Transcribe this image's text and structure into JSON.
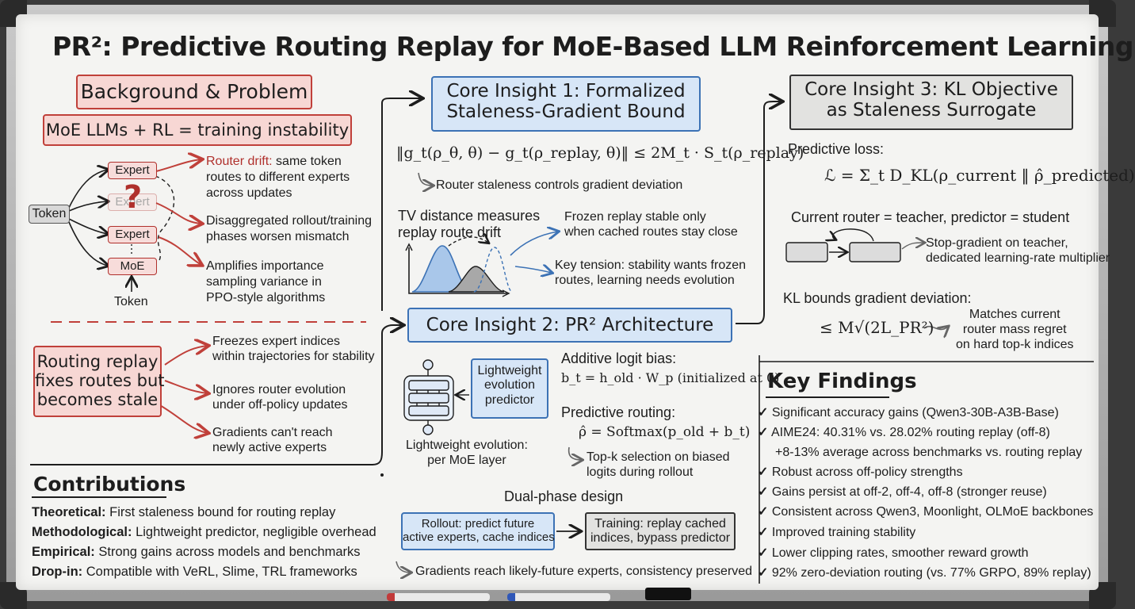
{
  "title": "PR²: Predictive Routing Replay for MoE-Based LLM Reinforcement Learning",
  "background": {
    "heading": "Background & Problem",
    "subheading": "MoE LLMs + RL = training instability",
    "token_label": "Token",
    "expert_label_1": "Expert",
    "expert_label_2": "Expert",
    "expert_label_3": "Expert",
    "moe_label": "MoE",
    "token_label_bottom": "Token",
    "question_mark": "?",
    "router_drift_term": "Router drift:",
    "router_drift_rest": " same token",
    "router_drift_2": "routes to different experts",
    "router_drift_3": "across updates",
    "disagg_1": "Disaggregated rollout/training",
    "disagg_2": "phases worsen mismatch",
    "amp_1": "Amplifies importance",
    "amp_2": "sampling variance in",
    "amp_3": "PPO-style algorithms"
  },
  "replay": {
    "box": "Routing replay\nfixes routes but\nbecomes stale",
    "p1": "Freezes expert indices\nwithin trajectories for stability",
    "p2": "Ignores router evolution\nunder off-policy updates",
    "p3": "Gradients can't reach\nnewly active experts"
  },
  "insight1": {
    "heading": "Core Insight 1: Formalized\nStaleness-Gradient Bound",
    "formula": "‖g_t(ρ_θ, θ) − g_t(ρ_replay, θ)‖ ≤ 2M_t · S_t(ρ_replay)",
    "note": "Router staleness controls gradient deviation",
    "tv": "TV distance measures\nreplay route drift",
    "frozen": "Frozen replay stable only\nwhen cached routes stay close",
    "tension": "Key tension: stability wants frozen\nroutes, learning needs evolution"
  },
  "insight2": {
    "heading": "Core Insight 2: PR² Architecture",
    "predictor": "Lightweight\nevolution\npredictor",
    "per_layer": "Lightweight evolution:\nper MoE layer",
    "logit_label": "Additive logit bias:",
    "logit_formula": "b_t = h_old · W_p (initialized at 0)",
    "routing_label": "Predictive routing:",
    "routing_formula": "ρ̂ = Softmax(p_old + b_t)",
    "topk": "Top-k selection on biased\nlogits during rollout",
    "dual": "Dual-phase design",
    "rollout": "Rollout: predict future\nactive experts, cache indices",
    "training": "Training: replay cached\nindices, bypass predictor",
    "gradients": "Gradients reach likely-future experts, consistency preserved"
  },
  "insight3": {
    "heading": "Core Insight 3: KL Objective\nas Staleness Surrogate",
    "loss_label": "Predictive loss:",
    "loss_formula": "ℒ = Σ_t D_KL(ρ_current ‖ ρ̂_predicted)",
    "teacher": "Current router = teacher, predictor = student",
    "stopgrad": "Stop-gradient on teacher,\ndedicated learning-rate multiplier",
    "kl_label": "KL bounds gradient deviation:",
    "kl_formula": "≤ M√(2L_PR²)",
    "regret": "Matches current\nrouter mass regret\non hard top-k indices"
  },
  "contributions": {
    "heading": "Contributions",
    "items": [
      {
        "term": "Theoretical:",
        "text": " First staleness bound for routing replay"
      },
      {
        "term": "Methodological:",
        "text": " Lightweight predictor, negligible overhead"
      },
      {
        "term": "Empirical:",
        "text": " Strong gains across models and benchmarks"
      },
      {
        "term": "Drop-in:",
        "text": " Compatible with VeRL, Slime, TRL frameworks"
      }
    ]
  },
  "findings": {
    "heading": "Key Findings",
    "check": "✓",
    "items": [
      "Significant accuracy gains (Qwen3-30B-A3B-Base)",
      "AIME24: 40.31% vs. 28.02% routing replay (off-8)",
      "+8-13% average across benchmarks vs. routing replay",
      "Robust across off-policy strengths",
      "Gains persist at off-2, off-4, off-8 (stronger reuse)",
      "Consistent across Qwen3, Moonlight, OLMoE backbones",
      "Improved training stability",
      "Lower clipping rates, smoother reward growth",
      "92% zero-deviation routing (vs. 77% GRPO, 89% replay)"
    ]
  },
  "colors": {
    "red": "#c0403a",
    "blue": "#3c72b5",
    "dark": "#1d1d1d"
  }
}
